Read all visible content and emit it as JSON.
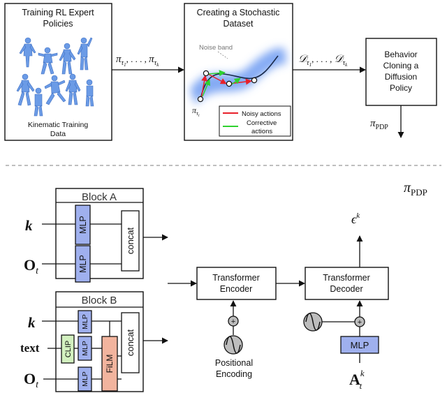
{
  "top": {
    "stage1": {
      "title_line1": "Training RL Expert",
      "title_line2": "Policies",
      "caption_line1": "Kinematic Training",
      "caption_line2": "Data",
      "policy_seq": {
        "pi": "π",
        "sub1": "τ",
        "subsub1": "1",
        "sep": ", . . . , ",
        "sub2": "τ",
        "subsub2": "k"
      }
    },
    "stage2": {
      "title_line1": "Creating a Stochastic",
      "title_line2": "Dataset",
      "noise_band_label": "Noise band",
      "policy_label": {
        "pi": "π",
        "sub": "τ",
        "subsub": "i"
      },
      "legend": {
        "noisy": "Noisy actions",
        "corrective_line1": "Corrective",
        "corrective_line2": "actions"
      },
      "dataset_seq": {
        "D": "𝒟",
        "sub1": "τ",
        "subsub1": "1",
        "sep": ", . . . , ",
        "sub2": "τ",
        "subsub2": "k"
      }
    },
    "stage3": {
      "line1": "Behavior",
      "line2": "Cloning a",
      "line3": "Diffusion",
      "line4": "Policy",
      "output": {
        "pi": "π",
        "sub": "PDP"
      }
    }
  },
  "bottom": {
    "title": {
      "pi": "π",
      "sub": "PDP"
    },
    "block_a": {
      "title": "Block A",
      "input_k": "k",
      "input_o": "O",
      "input_o_sub": "t",
      "mlp1": "MLP",
      "mlp2": "MLP",
      "concat": "concat"
    },
    "block_b": {
      "title": "Block B",
      "input_k": "k",
      "input_text": "text",
      "input_o": "O",
      "input_o_sub": "t",
      "clip": "CLIP",
      "mlp1": "MLP",
      "mlp2": "MLP",
      "mlp3": "MLP",
      "film": "FiLM",
      "concat": "concat"
    },
    "encoder": {
      "line1": "Transformer",
      "line2": "Encoder"
    },
    "positional": {
      "line1": "Positional",
      "line2": "Encoding",
      "plus": "+"
    },
    "decoder": {
      "line1": "Transformer",
      "line2": "Decoder",
      "plus": "+"
    },
    "decoder_mlp": "MLP",
    "output_eps": {
      "eps": "ϵ",
      "sup": "k"
    },
    "input_action": {
      "A": "A",
      "sup": "k",
      "sub": "t"
    }
  },
  "colors": {
    "mlp_fill": "#9fb0ee",
    "clip_fill": "#d2f0bf",
    "film_fill": "#f2b49e",
    "noisy_action": "#e8202a",
    "corrective_action": "#2fd12f",
    "noise_band": "#5b8ff0",
    "dashed_separator": "#aaaaaa",
    "human_figure": "#6b9be6"
  },
  "icons": [
    "human-figures-icon",
    "sine-wave-icon",
    "plus-icon"
  ]
}
